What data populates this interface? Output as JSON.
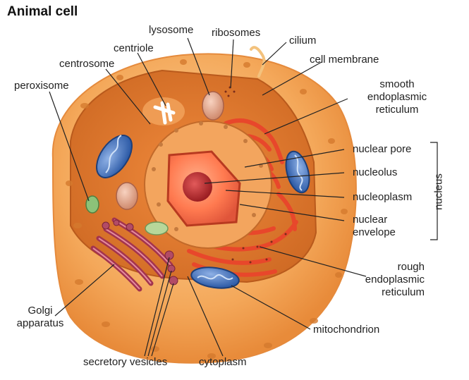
{
  "title": "Animal cell",
  "colors": {
    "cytoplasm": "#e8863a",
    "membrane": "#f7c27f",
    "nucleus": "#e0553a",
    "er": "#e8472b",
    "mitochondrion": "#3f6fb8",
    "golgi": "#a3344e",
    "lysosome": "#e9a88b",
    "peroxisome": "#7fb36a"
  },
  "labels": {
    "lysosome": "lysosome",
    "ribosomes": "ribosomes",
    "cilium": "cilium",
    "centriole": "centriole",
    "cell_membrane": "cell membrane",
    "centrosome": "centrosome",
    "peroxisome": "peroxisome",
    "smooth_er": [
      "smooth",
      "endoplasmic",
      "reticulum"
    ],
    "nuclear_pore": "nuclear pore",
    "nucleolus": "nucleolus",
    "nucleoplasm": "nucleoplasm",
    "nuclear_envelope": [
      "nuclear",
      "envelope"
    ],
    "nucleus": "nucleus",
    "rough_er": [
      "rough",
      "endoplasmic",
      "reticulum"
    ],
    "golgi": [
      "Golgi",
      "apparatus"
    ],
    "mitochondrion": "mitochondrion",
    "secretory_vesicles": "secretory vesicles",
    "cytoplasm": "cytoplasm"
  }
}
